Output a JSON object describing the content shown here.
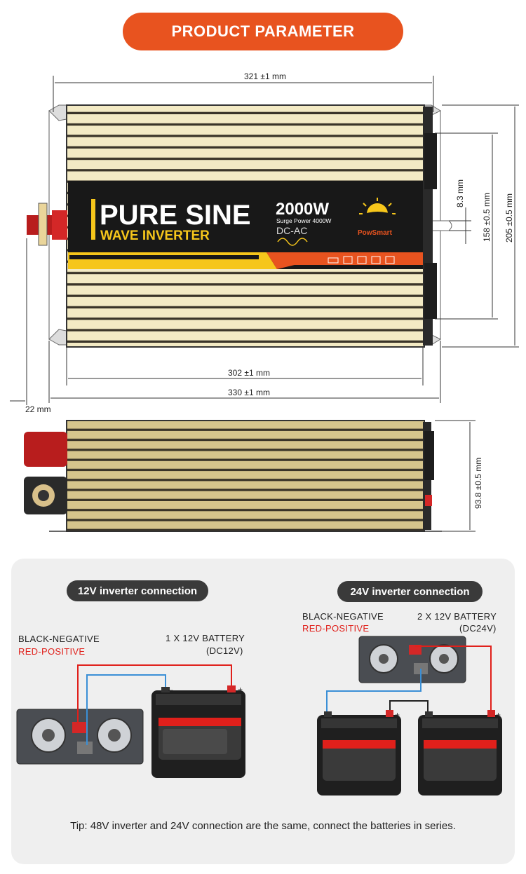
{
  "header": {
    "title": "PRODUCT PARAMETER"
  },
  "top_view": {
    "brand_line1": "PURE SINE",
    "brand_line2": "WAVE INVERTER",
    "power": "2000W",
    "surge": "Surge Power 4000W",
    "type": "DC-AC",
    "logo_text": "PowSmart",
    "dims": {
      "overall_length": "321 ±1 mm",
      "body_length": "302 ±1 mm",
      "base_length": "330 ±1 mm",
      "terminal_offset": "22 mm",
      "slot_width": "8.3 mm",
      "inner_width": "158 ±0.5 mm",
      "outer_width": "205 ±0.5 mm"
    }
  },
  "side_view": {
    "height": "93.8 ±0.5 mm"
  },
  "connections": {
    "v12": {
      "title": "12V inverter connection",
      "neg_label": "BLACK-NEGATIVE",
      "pos_label": "RED-POSITIVE",
      "battery_label": "1 X 12V BATTERY",
      "battery_sub": "(DC12V)"
    },
    "v24": {
      "title": "24V inverter connection",
      "neg_label": "BLACK-NEGATIVE",
      "pos_label": "RED-POSITIVE",
      "battery_label": "2 X 12V BATTERY",
      "battery_sub": "(DC24V)"
    },
    "tip": "Tip: 48V inverter and 24V connection are the same, connect the batteries in series."
  },
  "colors": {
    "accent": "#e8531f",
    "fin": "#f1e6bd",
    "label_band": "#1a1a1a",
    "positive": "#e0201b",
    "negative_wire": "#3a8fd6"
  }
}
